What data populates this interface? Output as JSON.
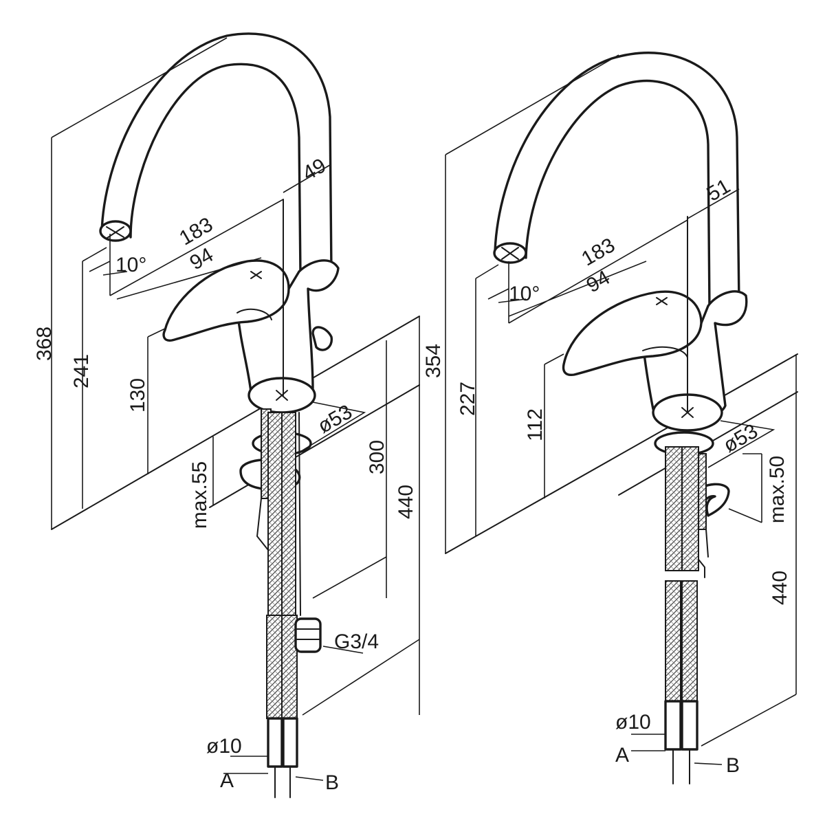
{
  "colors": {
    "line": "#1a1a1a",
    "background": "#ffffff"
  },
  "left": {
    "height_total": "368",
    "height_outlet": "241",
    "height_lever": "130",
    "reach_outlet": "183",
    "lever_length": "94",
    "spout_depth": "49",
    "angle": "10°",
    "base_diameter": "ø53",
    "max_thickness": "max.55",
    "hose_length_1": "300",
    "hose_length_2": "440",
    "connection_thread": "G3/4",
    "hose_diameter": "ø10",
    "hose_a": "A",
    "hose_b": "B"
  },
  "right": {
    "height_total": "354",
    "height_outlet": "227",
    "height_lever": "112",
    "reach_outlet": "183",
    "lever_length": "94",
    "spout_depth": "51",
    "angle": "10°",
    "base_diameter": "ø53",
    "max_thickness": "max.50",
    "hose_length": "440",
    "hose_diameter": "ø10",
    "hose_a": "A",
    "hose_b": "B"
  }
}
